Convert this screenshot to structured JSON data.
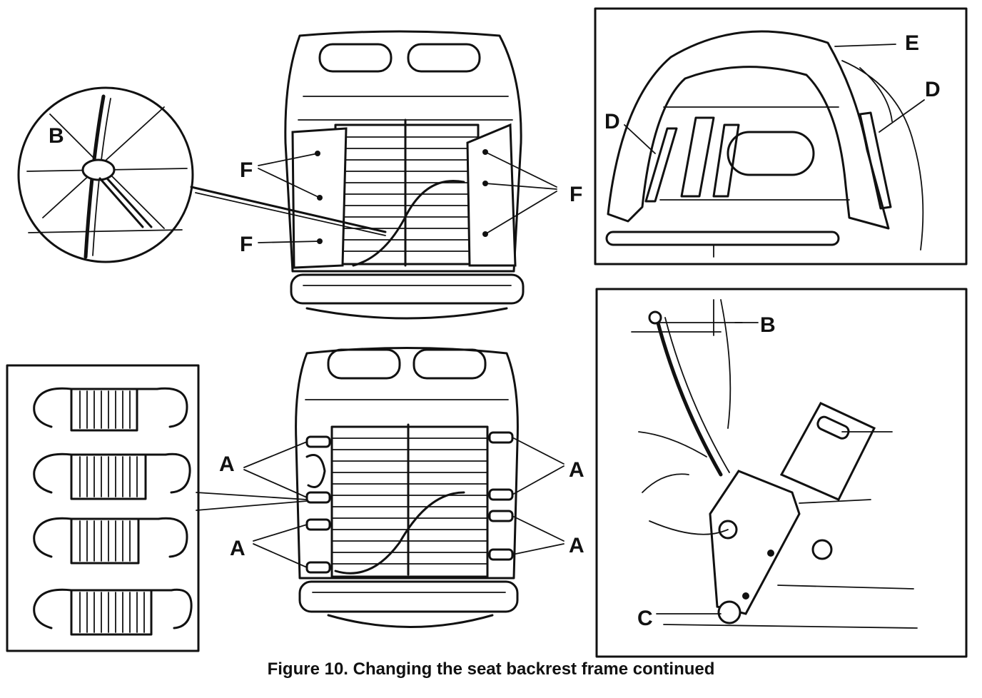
{
  "caption": "Figure 10.  Changing the seat backrest frame continued",
  "labels": {
    "b_detail": "B",
    "f_left_top": "F",
    "f_left_bottom": "F",
    "f_right": "F",
    "e": "E",
    "d_left": "D",
    "d_right": "D",
    "b_buckle": "B",
    "c_buckle": "C",
    "a_left_top": "A",
    "a_left_bottom": "A",
    "a_right_top": "A",
    "a_right_bottom": "A"
  }
}
